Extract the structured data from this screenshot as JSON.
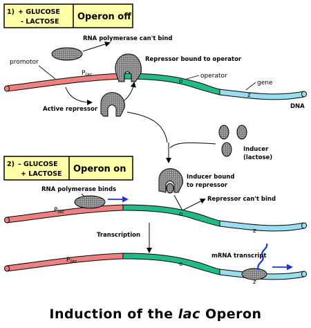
{
  "panel1": {
    "number": "1)",
    "line1": "+ GLUCOSE",
    "line2": "- LACTOSE",
    "status": "Operon off"
  },
  "panel2": {
    "number": "2)",
    "line1": "– GLUCOSE",
    "line2": "+ LACTOSE",
    "status": "Operon on"
  },
  "labels": {
    "rnap_cant_bind": "RNA polymerase can't bind",
    "repressor_bound": "Repressor bound to operator",
    "promotor": "promotor",
    "operator": "operator",
    "gene": "gene",
    "dna": "DNA",
    "active_repressor": "Active repressor",
    "inducer_line1": "Inducer",
    "inducer_line2": "(lactose)",
    "inducer_bound_line1": "Inducer bound",
    "inducer_bound_line2": "to repressor",
    "repressor_cant_bind": "Repressor can't bind",
    "rnap_binds": "RNA polymerase binds",
    "transcription": "Transcription",
    "mrna": "mRNA transcript",
    "plac_p": "P",
    "plac_sub": "lac",
    "o": "o",
    "z": "z"
  },
  "title": {
    "pre": "Induction of the ",
    "italic": "lac",
    "post": " Operon"
  },
  "colors": {
    "promoter": "#ee8080",
    "operator": "#22bb88",
    "gene": "#99ddee",
    "protein": "#999999",
    "arrow_blue": "#1a2ee8",
    "box_fill": "#ffffaa"
  }
}
